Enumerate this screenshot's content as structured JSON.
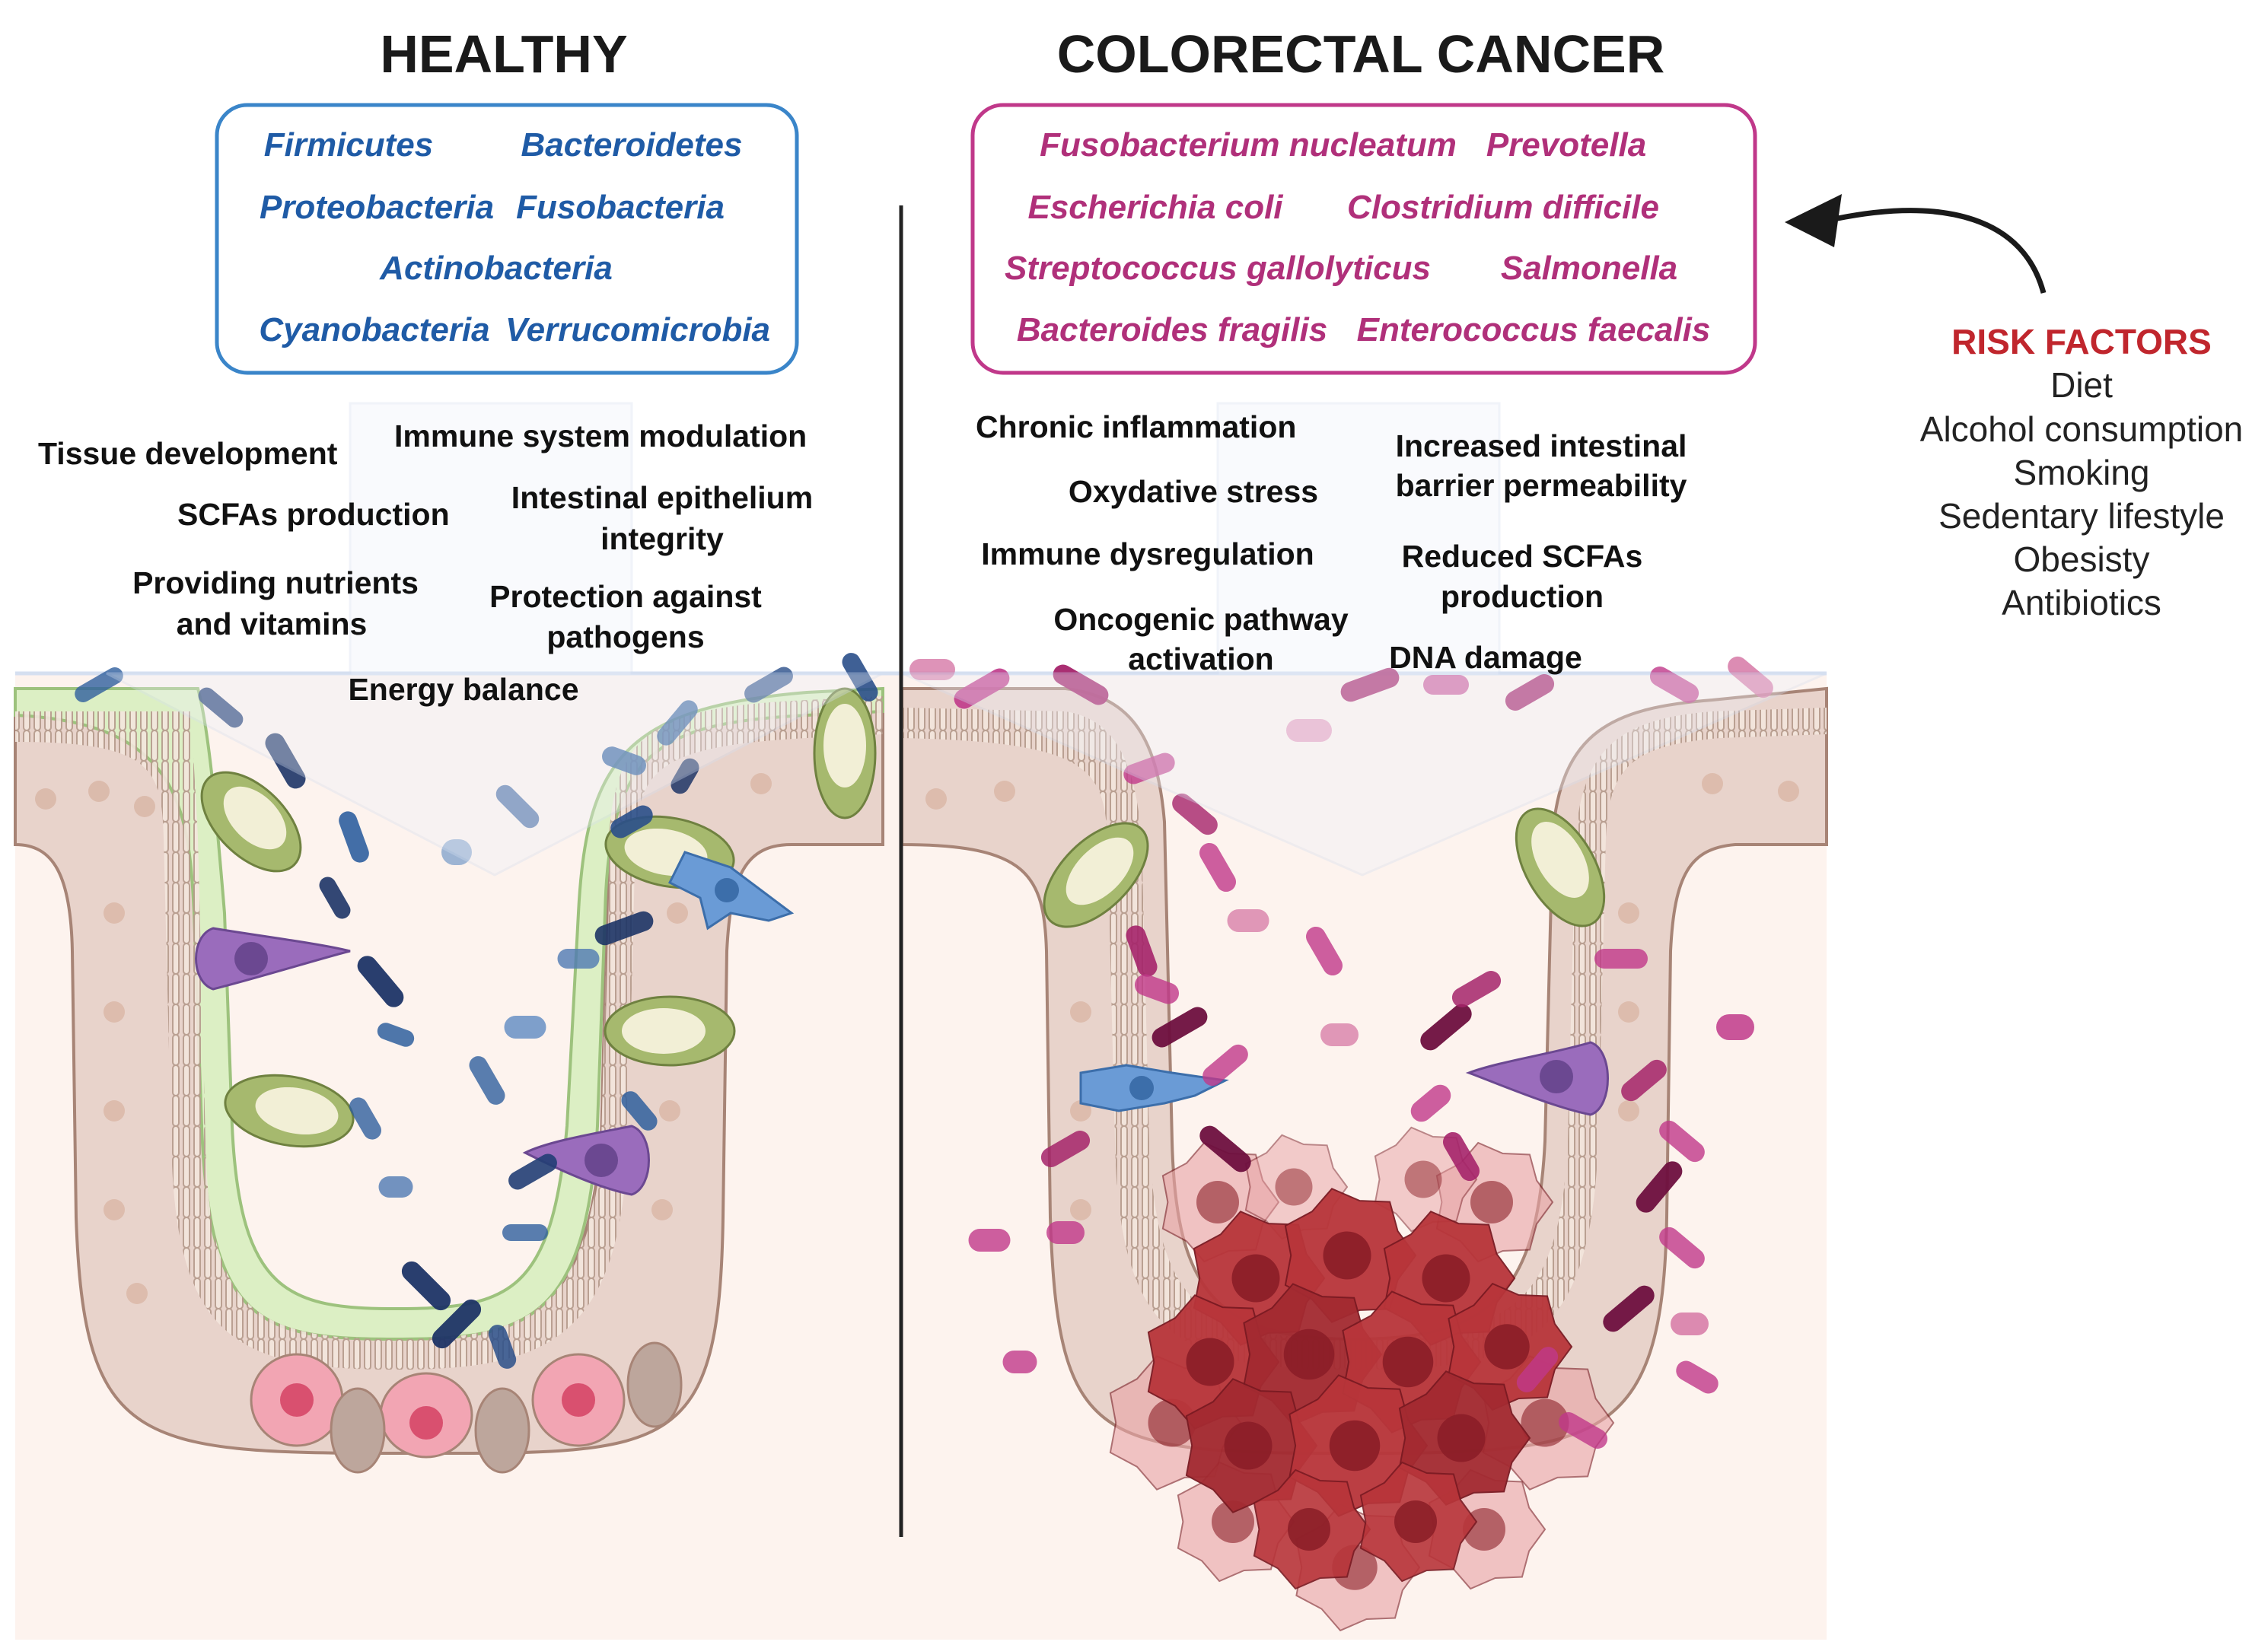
{
  "healthy": {
    "title": "HEALTHY",
    "species": [
      "Firmicutes",
      "Bacteroidetes",
      "Proteobacteria",
      "Fusobacteria",
      "Actinobacteria",
      "Cyanobacteria",
      "Verrucomicrobia"
    ],
    "functions": [
      "Tissue development",
      "Immune system modulation",
      "SCFAs production",
      "Intestinal epithelium",
      "integrity",
      "Providing nutrients",
      "and vitamins",
      "Protection against",
      "pathogens",
      "Energy balance"
    ]
  },
  "cancer": {
    "title": "COLORECTAL CANCER",
    "species": [
      "Fusobacterium nucleatum",
      "Prevotella",
      "Escherichia coli",
      "Clostridium difficile",
      "Streptococcus gallolyticus",
      "Salmonella",
      "Bacteroides fragilis",
      "Enterococcus faecalis"
    ],
    "effects": [
      "Chronic inflammation",
      "Increased intestinal",
      "barrier permeability",
      "Oxydative stress",
      "Immune dysregulation",
      "Reduced SCFAs",
      "production",
      "Oncogenic pathway",
      "activation",
      "DNA damage"
    ]
  },
  "risk_factors": {
    "title": "RISK FACTORS",
    "items": [
      "Diet",
      "Alcohol consumption",
      "Smoking",
      "Sedentary lifestyle",
      "Obesisty",
      "Antibiotics"
    ]
  },
  "colors": {
    "healthy_box": "#3a85c9",
    "healthy_text": "#1f5ba6",
    "cancer_box": "#c0388a",
    "cancer_text": "#b0307a",
    "risk_title": "#c0262d",
    "tissue": "#fdf3ee",
    "epithelium": "#e8d3cb",
    "mucus": "#dcefc4",
    "tumor": "#b8353a"
  }
}
